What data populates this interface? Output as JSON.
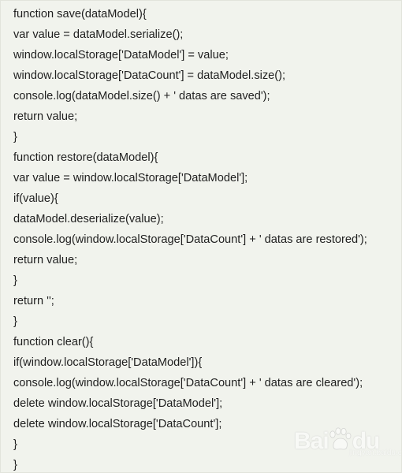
{
  "code_lines": [
    "function save(dataModel){",
    "var value = dataModel.serialize();",
    "window.localStorage['DataModel'] = value;",
    "window.localStorage['DataCount'] = dataModel.size();",
    "console.log(dataModel.size() + ' datas are saved');",
    "return value;",
    "}",
    "function restore(dataModel){",
    "var value = window.localStorage['DataModel'];",
    "if(value){",
    "dataModel.deserialize(value);",
    "console.log(window.localStorage['DataCount'] + ' datas are restored');",
    "return value;",
    "}",
    "return '';",
    "}",
    "function clear(){",
    "if(window.localStorage['DataModel']){",
    "console.log(window.localStorage['DataCount'] + ' datas are cleared');",
    "delete window.localStorage['DataModel'];",
    "delete window.localStorage['DataCount'];",
    "}",
    "}"
  ],
  "watermark": {
    "brand": "Bai",
    "brand_suffix": "du",
    "sub": "jingyan.baidu.com"
  },
  "colors": {
    "background": "#f1f3ed",
    "text": "#1f1f1f"
  }
}
